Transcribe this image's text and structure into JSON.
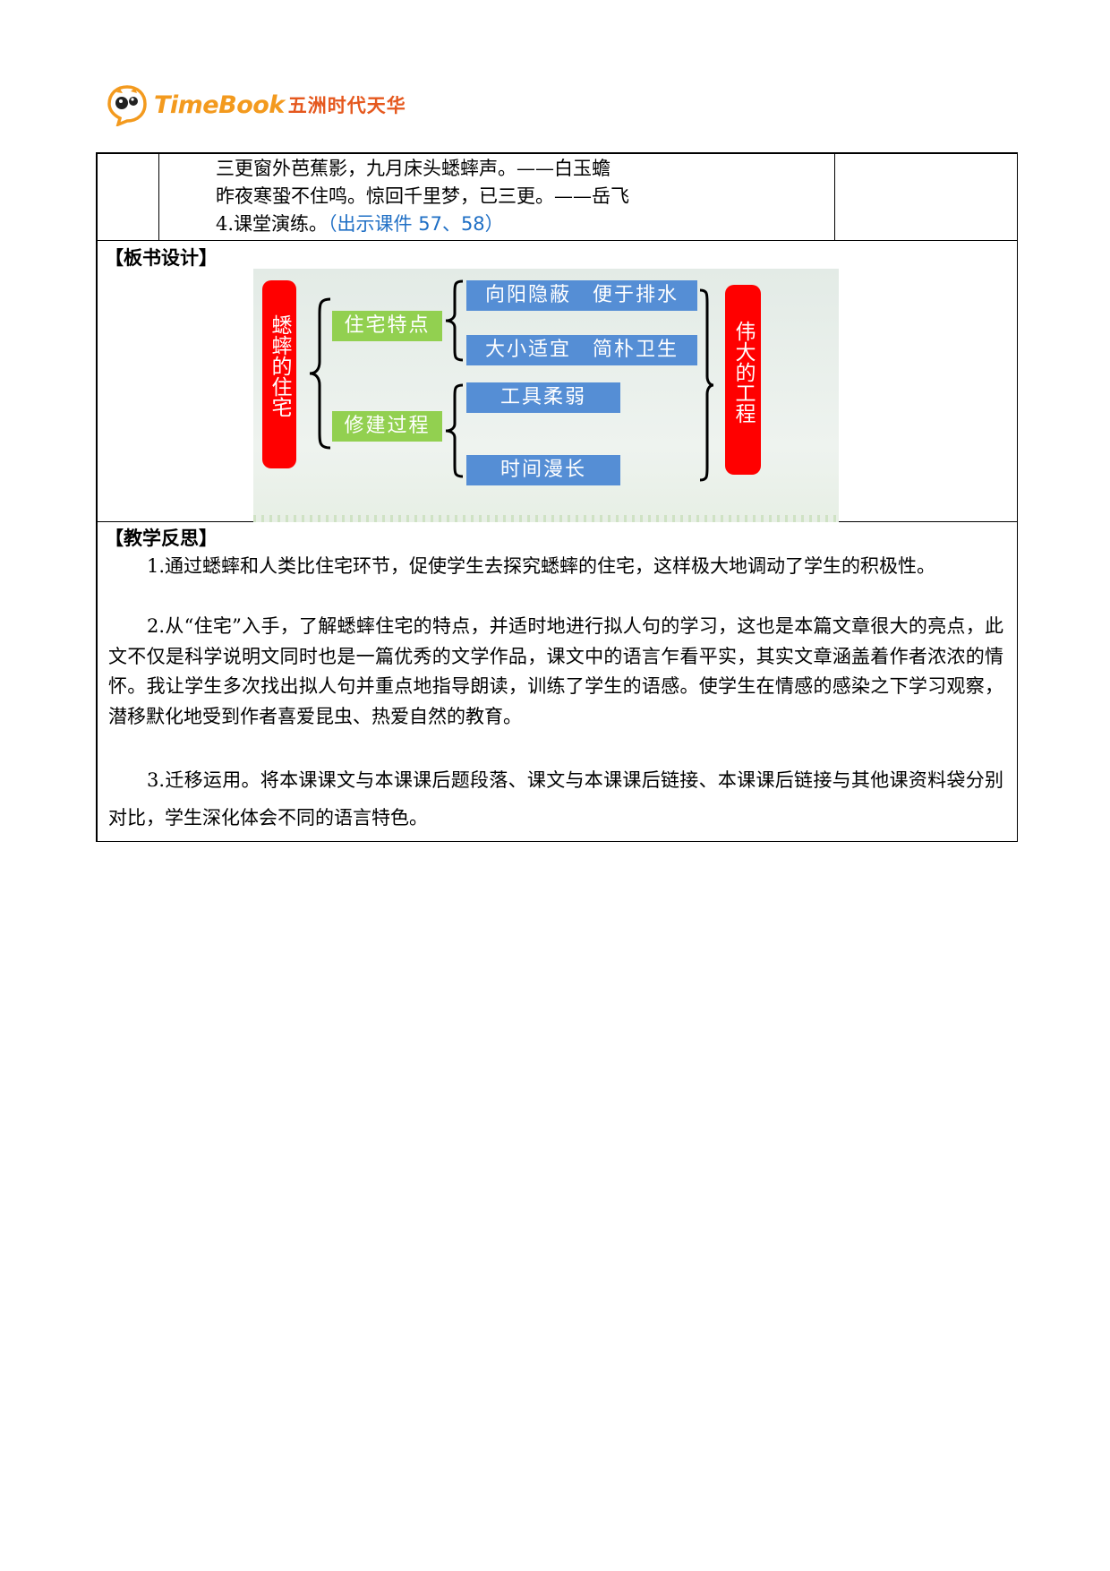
{
  "header": {
    "brand_en": "TimeBook",
    "brand_cn": "五洲时代天华",
    "logo_colors": {
      "orange": "#f39a1e",
      "red": "#e5581e"
    }
  },
  "top_row": {
    "lines": [
      "三更窗外芭蕉影，九月床头蟋蟀声。——白玉蟾",
      "昨夜寒蛩不住鸣。惊回千里梦，已三更。——岳飞"
    ],
    "exercise_label": "4.课堂演练。",
    "exercise_note": "（出示课件 57、58）"
  },
  "board_section": {
    "heading": "【板书设计】",
    "diagram": {
      "left_title": "蟋蟀的住宅",
      "right_title": "伟大的工程",
      "branches": [
        {
          "label": "住宅特点",
          "items": [
            "向阳隐蔽　便于排水",
            "大小适宜　简朴卫生"
          ]
        },
        {
          "label": "修建过程",
          "items": [
            "工具柔弱",
            "时间漫长"
          ]
        }
      ],
      "colors": {
        "red": "#ff0000",
        "green": "#92d050",
        "blue": "#558ed5"
      }
    }
  },
  "reflection_section": {
    "heading": "【教学反思】",
    "paragraphs": [
      "1.通过蟋蟀和人类比住宅环节，促使学生去探究蟋蟀的住宅，这样极大地调动了学生的积极性。",
      "2.从“住宅”入手，了解蟋蟀住宅的特点，并适时地进行拟人句的学习，这也是本篇文章很大的亮点，此文不仅是科学说明文同时也是一篇优秀的文学作品，课文中的语言乍看平实，其实文章涵盖着作者浓浓的情怀。我让学生多次找出拟人句并重点地指导朗读，训练了学生的语感。使学生在情感的感染之下学习观察，潜移默化地受到作者喜爱昆虫、热爱自然的教育。",
      "3.迁移运用。将本课课文与本课课后题段落、课文与本课课后链接、本课课后链接与其他课资料袋分别对比，学生深化体会不同的语言特色。"
    ]
  }
}
